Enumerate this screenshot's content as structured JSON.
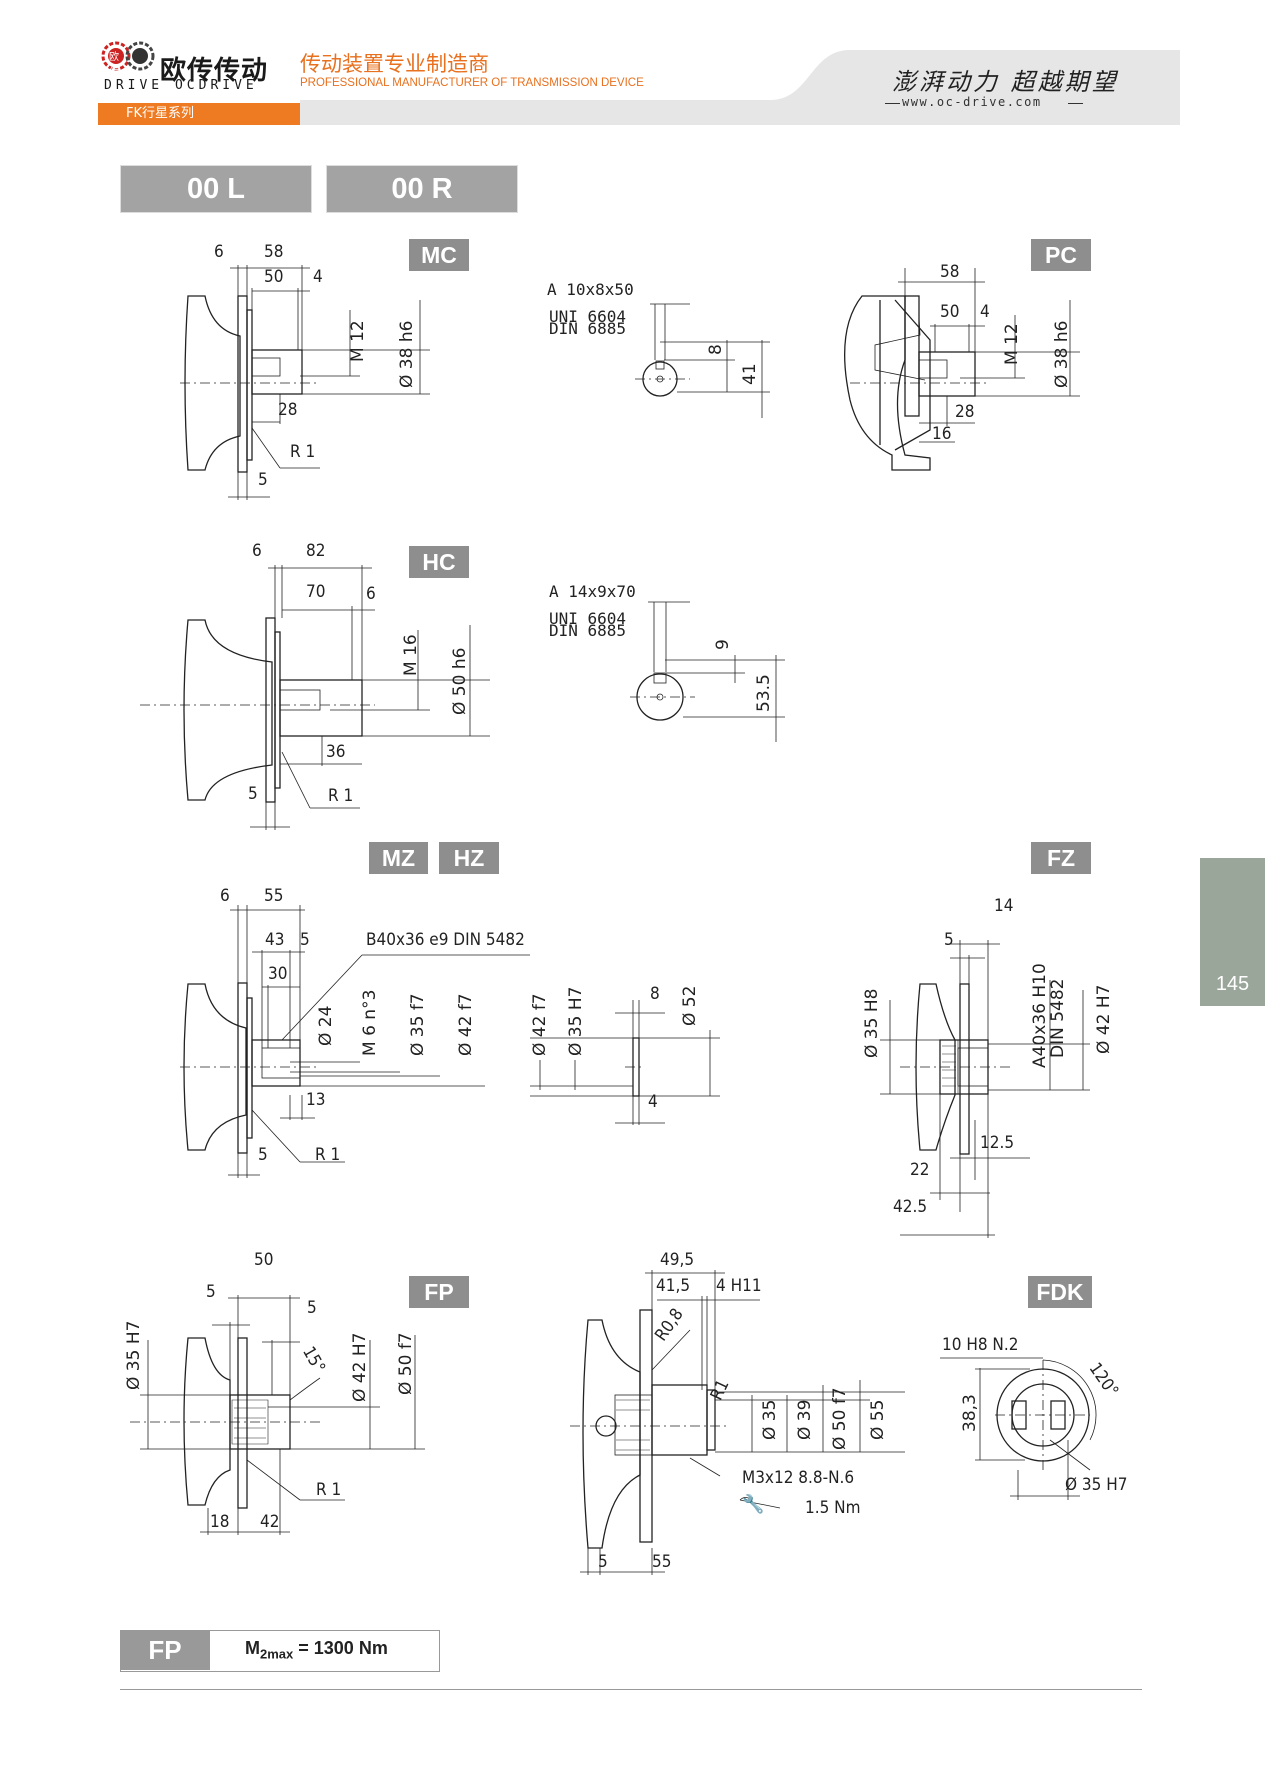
{
  "header": {
    "brand_cn": "欧传传动",
    "brand_en": "DRIVE OCDRIVE",
    "logo_chars": "欧 传",
    "tagline_cn": "传动装置专业制造商",
    "tagline_en": "PROFESSIONAL MANUFACTURER OF TRANSMISSION DEVICE",
    "slogan": "澎湃动力 超越期望",
    "url": "www.oc-drive.com",
    "series": "FK行星系列",
    "colors": {
      "orange": "#ee7a22",
      "gray_band": "#e6e6e6",
      "label_gray": "#8e8e8e"
    }
  },
  "variants": [
    "00 L",
    "00 R"
  ],
  "labels": {
    "mc": "MC",
    "pc": "PC",
    "hc": "HC",
    "mz": "MZ",
    "hz": "HZ",
    "fz": "FZ",
    "fp": "FP",
    "fdk": "FDK"
  },
  "page_number": "145",
  "mc": {
    "d6": "6",
    "d58": "58",
    "d50": "50",
    "d4": "4",
    "m12": "M 12",
    "d38": "Ø 38 h6",
    "d28": "28",
    "r1": "R 1",
    "d5": "5"
  },
  "key1": {
    "spec": "A  10x8x50",
    "uni": "UNI  6604",
    "din": "DIN  6885",
    "d8": "8",
    "d41": "41"
  },
  "pc": {
    "d58": "58",
    "d50": "50",
    "d4": "4",
    "m12": "M 12",
    "d38": "Ø 38 h6",
    "d28": "28",
    "d16": "16"
  },
  "hc": {
    "d6": "6",
    "d82": "82",
    "d70": "70",
    "d6b": "6",
    "m16": "M 16",
    "d50": "Ø 50 h6",
    "d36": "36",
    "d5": "5",
    "r1": "R 1"
  },
  "key2": {
    "spec": "A  14x9x70",
    "uni": "UNI  6604",
    "din": "DIN  6885",
    "d9": "9",
    "d53": "53.5"
  },
  "mz": {
    "d6": "6",
    "d55": "55",
    "d43": "43",
    "d5": "5",
    "spline": "B40x36  e9  DIN  5482",
    "d30": "30",
    "d24": "Ø 24",
    "m6": "M 6 n°3",
    "d35": "Ø 35 f7",
    "d42": "Ø 42 f7",
    "d13": "13",
    "d5b": "5",
    "r1": "R 1"
  },
  "disc": {
    "d42": "Ø 42 f7",
    "d35": "Ø 35 H7",
    "d8": "8",
    "d52": "Ø 52",
    "d4": "4"
  },
  "fz": {
    "d14": "14",
    "d5": "5",
    "d35": "Ø 35 H8",
    "spline": "A40x36 H10",
    "din": "DIN 5482",
    "d42": "Ø 42 H7",
    "d125": "12.5",
    "d22": "22",
    "d425": "42.5"
  },
  "fp": {
    "d50": "50",
    "d5": "5",
    "d5b": "5",
    "d35": "Ø 35 H7",
    "angle": "15°",
    "d42": "Ø 42 H7",
    "d50f": "Ø 50 f7",
    "r1": "R 1",
    "d18": "18",
    "d42b": "42"
  },
  "mid": {
    "d495": "49,5",
    "d415": "41,5",
    "d4h": "4 H11",
    "r08": "R0,8",
    "r1": "R1",
    "d35": "Ø 35",
    "d39": "Ø 39",
    "d50": "Ø 50 f7",
    "d55": "Ø 55",
    "screw": "M3x12  8.8-N.6",
    "torque": "1.5 Nm",
    "d5": "5",
    "d55b": "55"
  },
  "fdk": {
    "key": "10 H8 N.2",
    "angle": "120°",
    "d383": "38,3",
    "d35": "Ø 35 H7"
  },
  "footer": {
    "label": "FP",
    "mmax_prefix": "M",
    "mmax_sub": "2max",
    "mmax_value": "=  1300 Nm"
  }
}
